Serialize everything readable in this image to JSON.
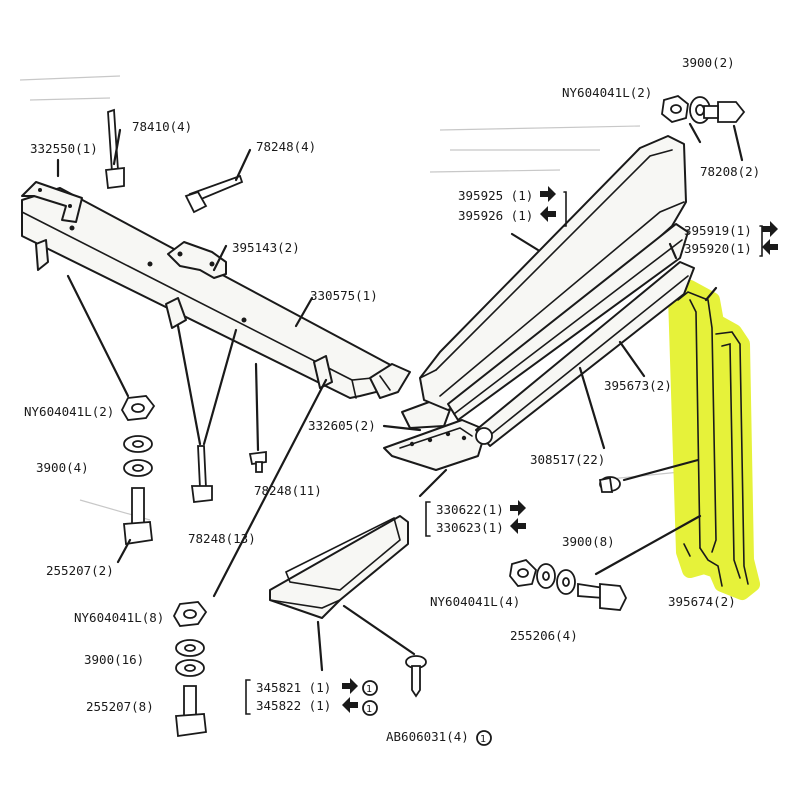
{
  "highlight_color": "#e6f23a",
  "line_color": "#1a1a1a",
  "labels": {
    "l_78410": "78410(4)",
    "l_332550": "332550(1)",
    "l_78248_4": "78248(4)",
    "l_395143": "395143(2)",
    "l_330575": "330575(1)",
    "l_ny_2a": "NY604041L(2)",
    "l_3900_4": "3900(4)",
    "l_255207_2": "255207(2)",
    "l_78248_13": "78248(13)",
    "l_78248_11": "78248(11)",
    "l_332605": "332605(2)",
    "l_330622": "330622(1)",
    "l_330623": "330623(1)",
    "l_395925": "395925 (1)",
    "l_395926": "395926 (1)",
    "l_3900_2": "3900(2)",
    "l_ny_2b": "NY604041L(2)",
    "l_78208": "78208(2)",
    "l_395919": "395919(1)",
    "l_395920": "395920(1)",
    "l_395673": "395673(2)",
    "l_308517": "308517(22)",
    "l_3900_8": "3900(8)",
    "l_ny_4": "NY604041L(4)",
    "l_255206": "255206(4)",
    "l_395674": "395674(2)",
    "l_ny_8": "NY604041L(8)",
    "l_3900_16": "3900(16)",
    "l_255207_8": "255207(8)",
    "l_345821": "345821 (1)",
    "l_345822": "345822 (1)",
    "l_ab606031": "AB606031(4)",
    "note_circle_1": "1",
    "note_circle_2": "1",
    "note_circle_3": "1"
  }
}
